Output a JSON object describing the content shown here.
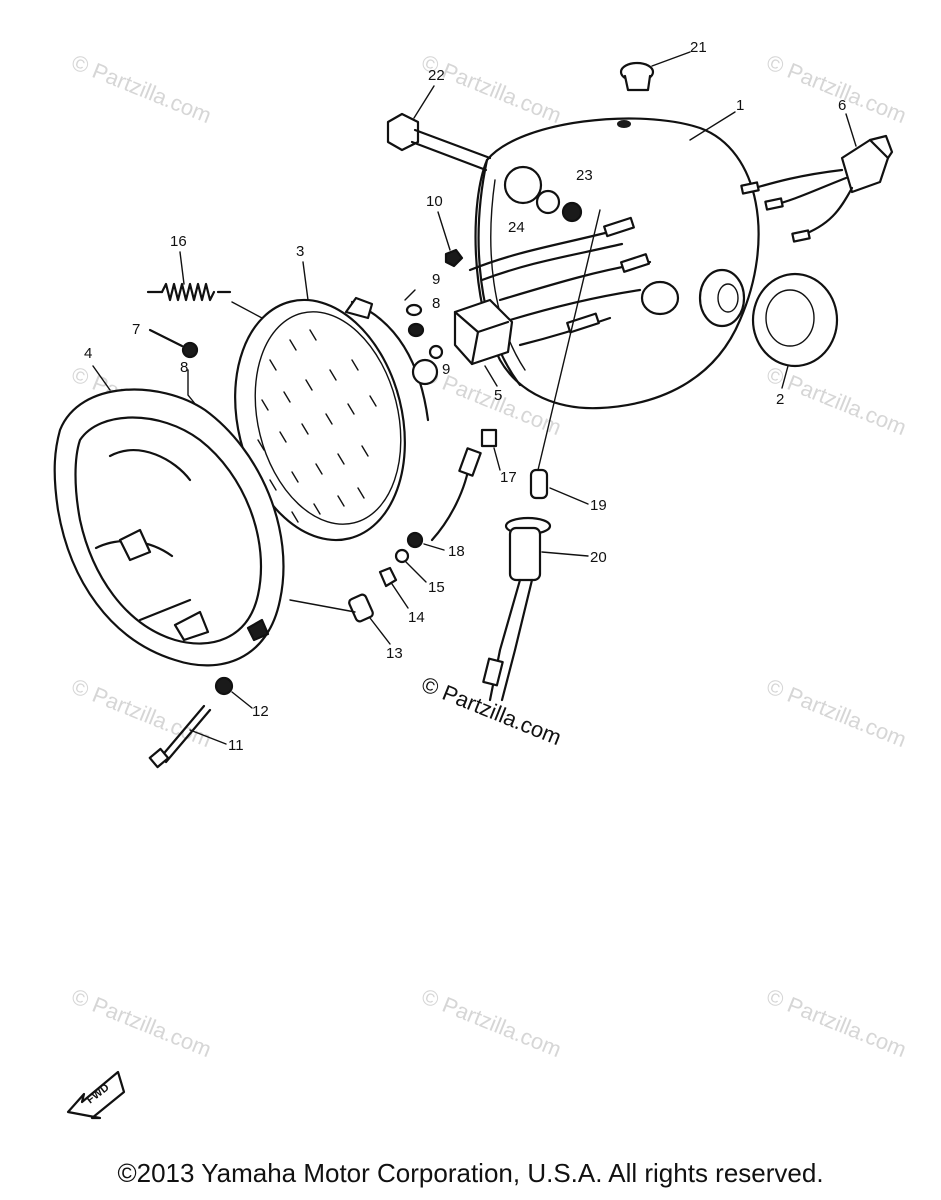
{
  "watermark": "© Partzilla.com",
  "center_watermark": "© Partzilla.com",
  "copyright": "©2013 Yamaha Motor Corporation, U.S.A. All rights reserved.",
  "direction_marker": "FWD",
  "callouts": [
    "1",
    "2",
    "3",
    "4",
    "5",
    "6",
    "7",
    "8",
    "9",
    "10",
    "11",
    "12",
    "13",
    "14",
    "15",
    "16",
    "17",
    "18",
    "19",
    "20",
    "21",
    "22",
    "23",
    "24"
  ],
  "callout_8b": "8",
  "callout_9b": "9"
}
